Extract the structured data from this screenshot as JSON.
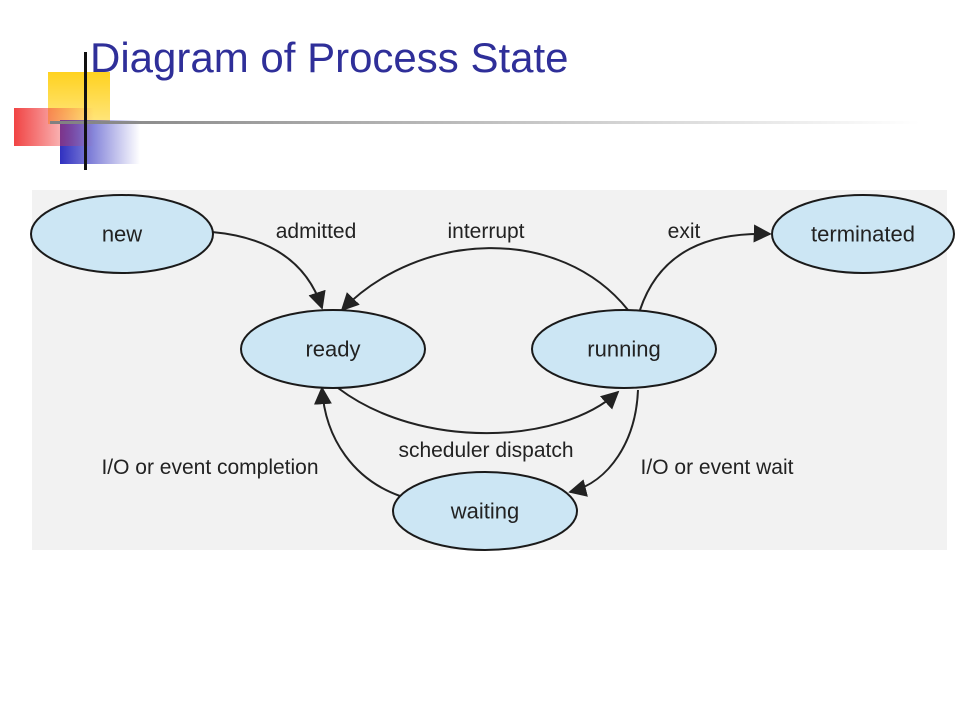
{
  "slide": {
    "title": "Diagram of Process State"
  },
  "colors": {
    "title": "#2f2f99",
    "state_fill": "#cce6f4",
    "panel_background": "#f2f2f2",
    "accent_yellow": "#ffd21f",
    "accent_red": "#f04848",
    "accent_blue": "#3434c8"
  },
  "diagram": {
    "states": {
      "new": "new",
      "ready": "ready",
      "running": "running",
      "terminated": "terminated",
      "waiting": "waiting"
    },
    "transitions": {
      "admitted": "admitted",
      "interrupt": "interrupt",
      "exit": "exit",
      "scheduler_dispatch": "scheduler dispatch",
      "io_event_completion": "I/O or event completion",
      "io_event_wait": "I/O or event wait"
    }
  }
}
